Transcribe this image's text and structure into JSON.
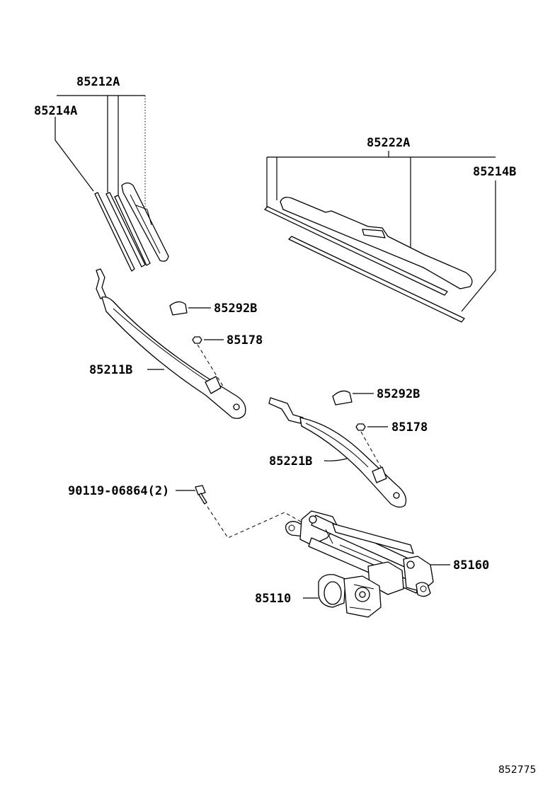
{
  "labels": {
    "p85212A": "85212A",
    "p85214A": "85214A",
    "p85222A": "85222A",
    "p85214B": "85214B",
    "p85292B_1": "85292B",
    "p85178_1": "85178",
    "p85211B": "85211B",
    "p85292B_2": "85292B",
    "p85178_2": "85178",
    "p85221B": "85221B",
    "p90119": "90119-06864(2)",
    "p85160": "85160",
    "p85110": "85110"
  },
  "diagram_ref": "852775"
}
